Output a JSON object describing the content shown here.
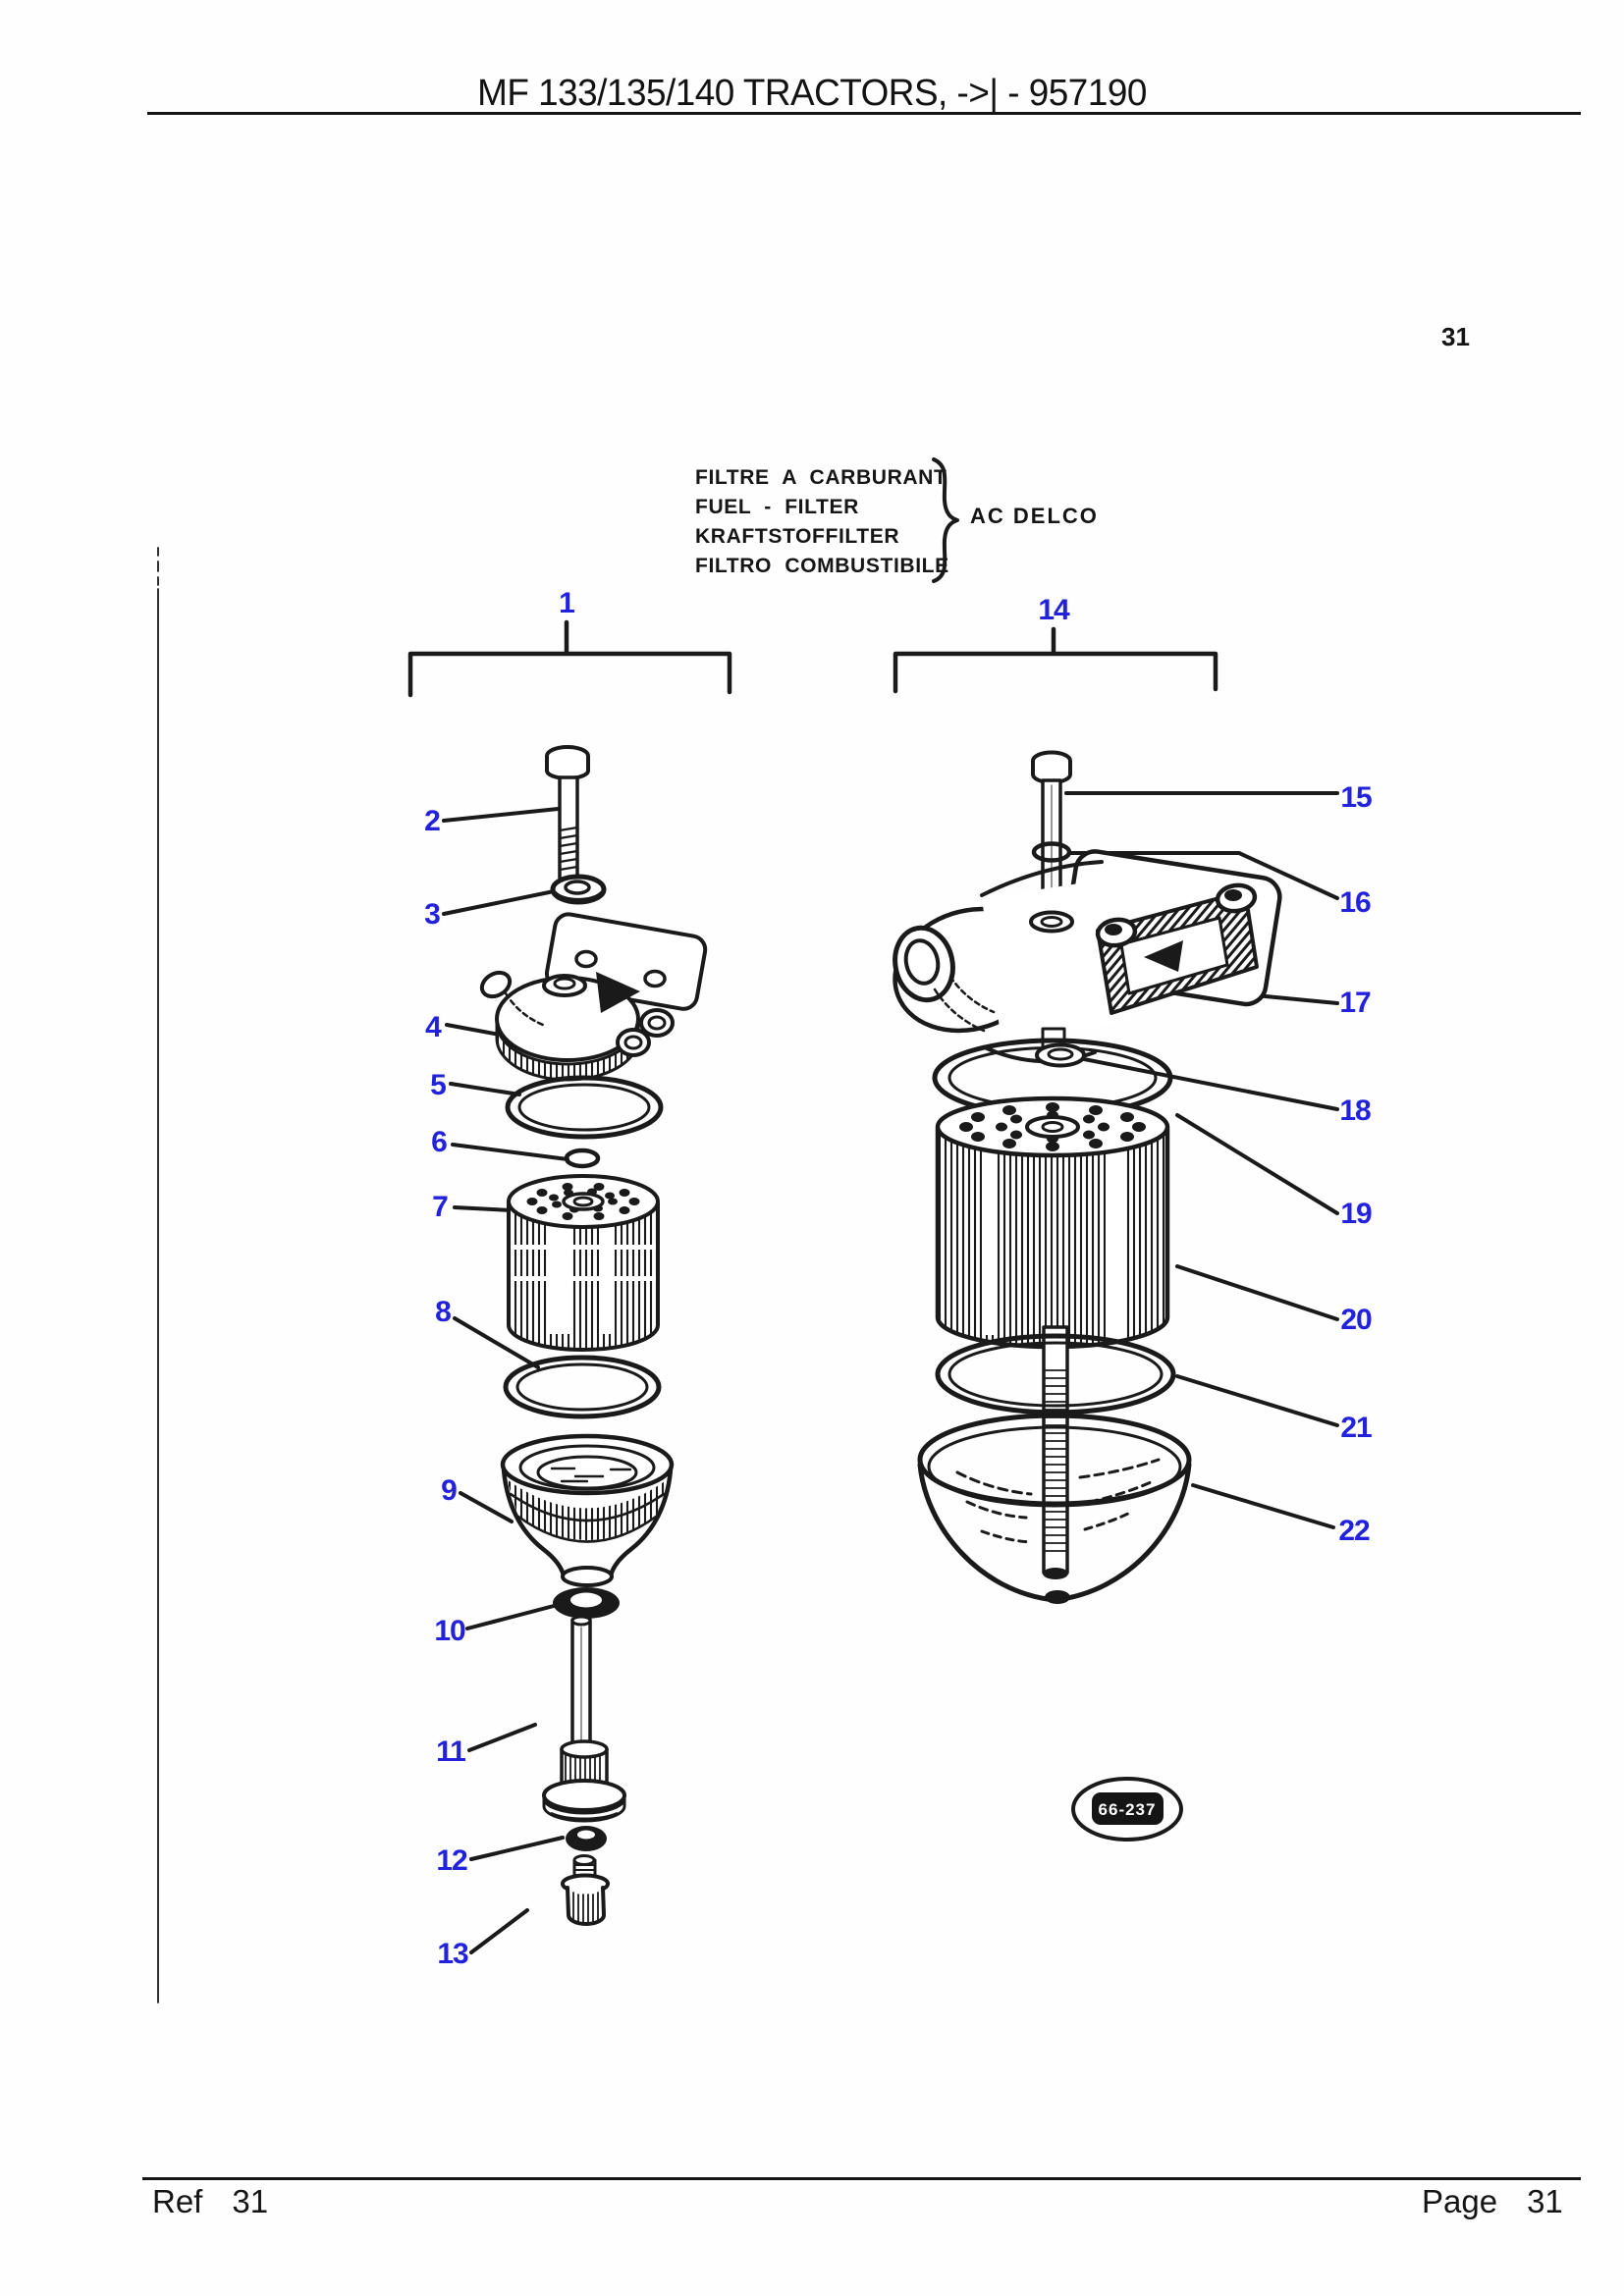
{
  "header": {
    "title": "MF 133/135/140 TRACTORS, ->| - 957190",
    "page_number": "31"
  },
  "title_block": {
    "lines": [
      "FILTRE A CARBURANT",
      "FUEL - FILTER",
      "KRAFTSTOFFILTER",
      "FILTRO COMBUSTIBILE"
    ],
    "brand": "AC DELCO"
  },
  "callouts": [
    "1",
    "2",
    "3",
    "4",
    "5",
    "6",
    "7",
    "8",
    "9",
    "10",
    "11",
    "12",
    "13",
    "14",
    "15",
    "16",
    "17",
    "18",
    "19",
    "20",
    "21",
    "22"
  ],
  "badge": {
    "text": "66-237"
  },
  "footer": {
    "ref_label": "Ref",
    "ref_number": "31",
    "page_label": "Page",
    "page_number": "31"
  },
  "colors": {
    "callout_blue": "#2222dd",
    "ink": "#1a1a1a"
  }
}
